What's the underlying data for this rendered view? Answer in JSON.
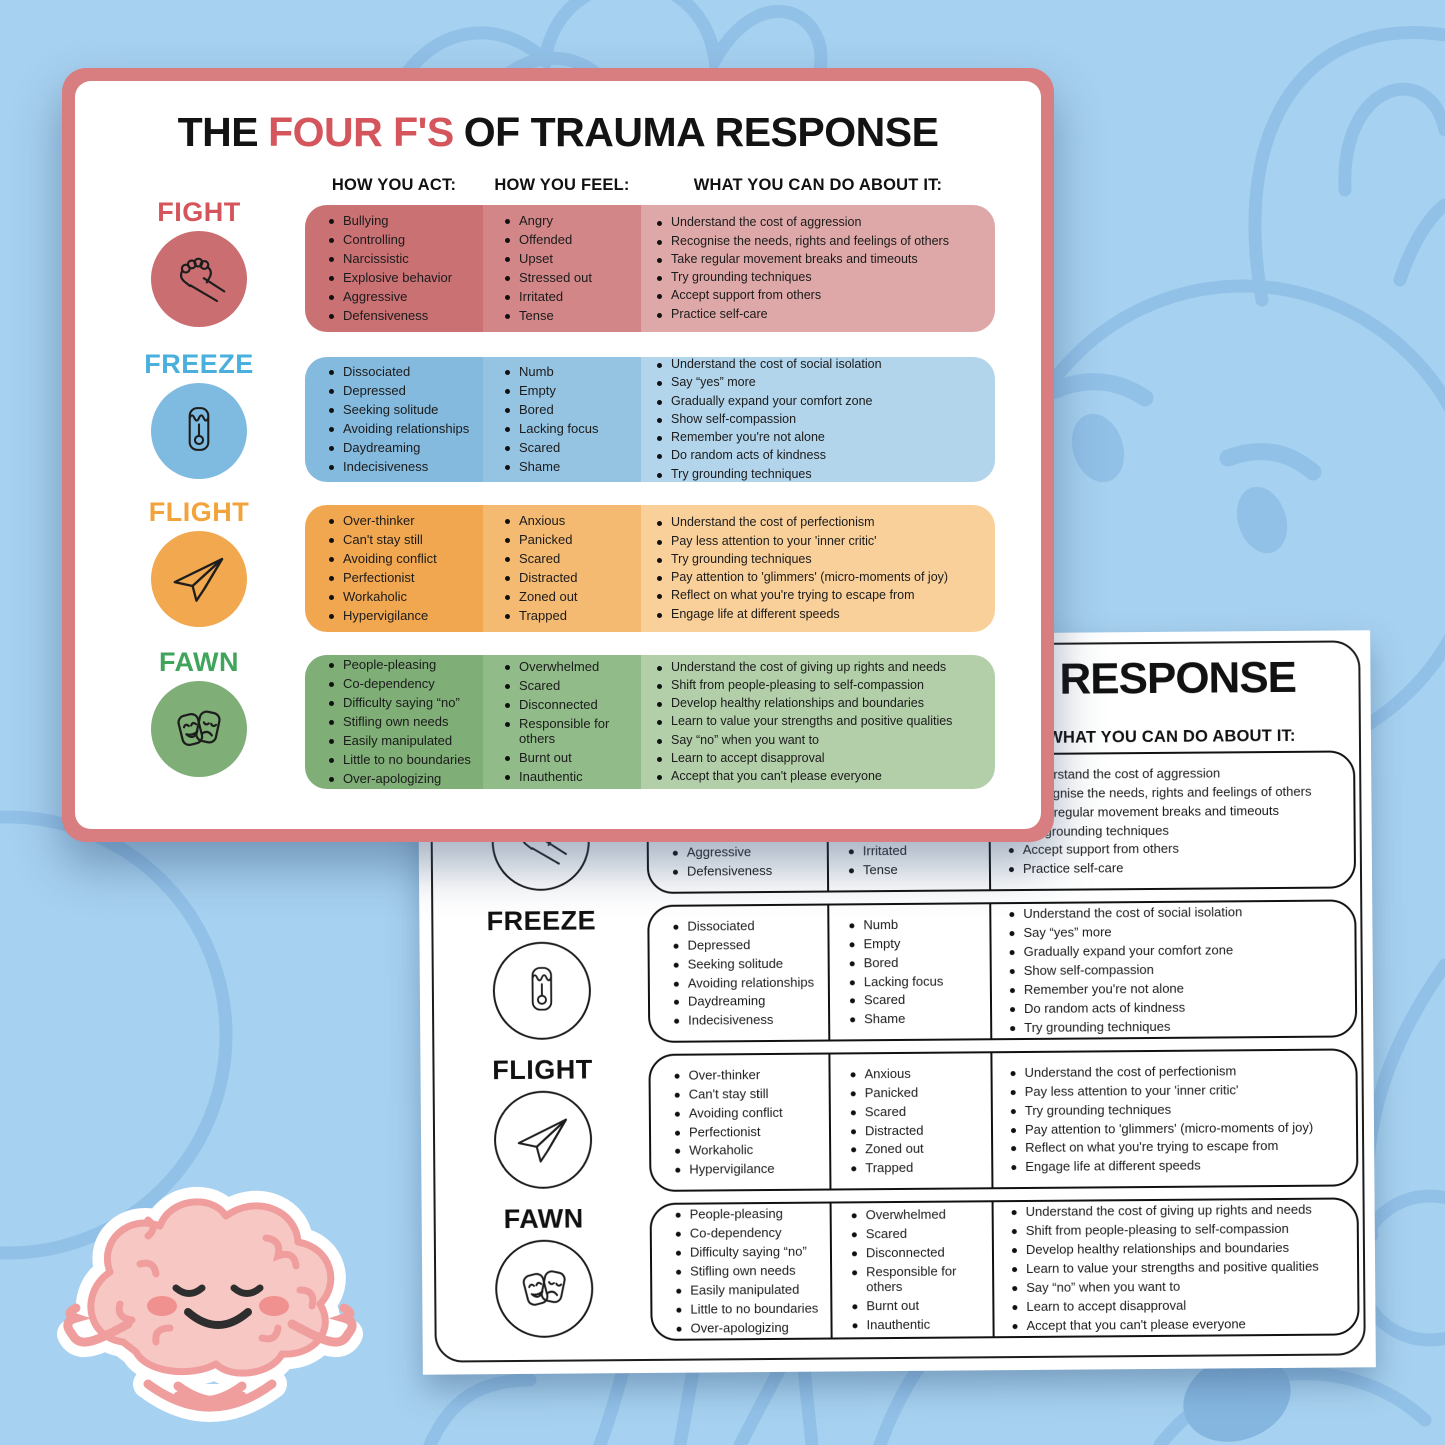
{
  "background": {
    "color": "#a7d1f0",
    "doodle_color": "#8ebfe7",
    "doodle_dark": "#7fb2dd"
  },
  "front_poster": {
    "border_color": "#d87e80",
    "title": {
      "pre": "THE",
      "highlight": "FOUR F'S",
      "post": "OF TRAUMA RESPONSE",
      "highlight_color": "#d4565c"
    },
    "headers": [
      "HOW YOU ACT:",
      "HOW YOU FEEL:",
      "WHAT YOU CAN DO ABOUT IT:"
    ]
  },
  "back_poster": {
    "style": "black-and-white printable version of the same poster"
  },
  "rows": [
    {
      "label": "FIGHT",
      "label_color": "#d4565c",
      "icon": "fist-icon",
      "circle_color": "#cb6e71",
      "shades": [
        "#ca7174",
        "#d28688",
        "#dfa8a8"
      ],
      "act": [
        "Bullying",
        "Controlling",
        "Narcissistic",
        "Explosive behavior",
        "Aggressive",
        "Defensiveness"
      ],
      "feel": [
        "Angry",
        "Offended",
        "Upset",
        "Stressed out",
        "Irritated",
        "Tense"
      ],
      "do": [
        "Understand the cost of aggression",
        "Recognise the needs, rights and feelings of others",
        "Take regular movement breaks and timeouts",
        "Try grounding techniques",
        "Accept support from others",
        "Practice self-care"
      ]
    },
    {
      "label": "FREEZE",
      "label_color": "#49b0de",
      "icon": "frozen-thermometer-icon",
      "circle_color": "#7fbbe0",
      "shades": [
        "#84bade",
        "#95c4e3",
        "#b2d5ec"
      ],
      "act": [
        "Dissociated",
        "Depressed",
        "Seeking solitude",
        "Avoiding relationships",
        "Daydreaming",
        "Indecisiveness"
      ],
      "feel": [
        "Numb",
        "Empty",
        "Bored",
        "Lacking focus",
        "Scared",
        "Shame"
      ],
      "do": [
        "Understand the cost of social isolation",
        "Say “yes” more",
        "Gradually expand your comfort zone",
        "Show self-compassion",
        "Remember you're not alone",
        "Do random acts of kindness",
        "Try grounding techniques"
      ]
    },
    {
      "label": "FLIGHT",
      "label_color": "#f2a33c",
      "icon": "paper-plane-icon",
      "circle_color": "#f1a84f",
      "shades": [
        "#f1a750",
        "#f5ba71",
        "#f9d09a"
      ],
      "act": [
        "Over-thinker",
        "Can't stay still",
        "Avoiding conflict",
        "Perfectionist",
        "Workaholic",
        "Hypervigilance"
      ],
      "feel": [
        "Anxious",
        "Panicked",
        "Scared",
        "Distracted",
        "Zoned out",
        "Trapped"
      ],
      "do": [
        "Understand the cost of perfectionism",
        "Pay less attention to your 'inner critic'",
        "Try grounding techniques",
        "Pay attention to 'glimmers' (micro-moments of joy)",
        "Reflect on what you're trying to escape from",
        "Engage life at different speeds"
      ]
    },
    {
      "label": "FAWN",
      "label_color": "#41a45c",
      "icon": "theater-masks-icon",
      "circle_color": "#7fae77",
      "shades": [
        "#7fae77",
        "#92bb8a",
        "#b3cfa9"
      ],
      "act": [
        "People-pleasing",
        "Co-dependency",
        "Difficulty saying “no”",
        "Stifling own needs",
        "Easily manipulated",
        "Little to no boundaries",
        "Over-apologizing"
      ],
      "feel": [
        "Overwhelmed",
        "Scared",
        "Disconnected",
        "Responsible for others",
        "Burnt out",
        "Inauthentic"
      ],
      "do": [
        "Understand the cost of giving up rights and needs",
        "Shift from people-pleasing to self-compassion",
        "Develop healthy relationships and boundaries",
        "Learn to value your strengths and positive qualities",
        "Say “no” when you want to",
        "Learn to accept disapproval",
        "Accept that you can't please everyone"
      ]
    }
  ]
}
